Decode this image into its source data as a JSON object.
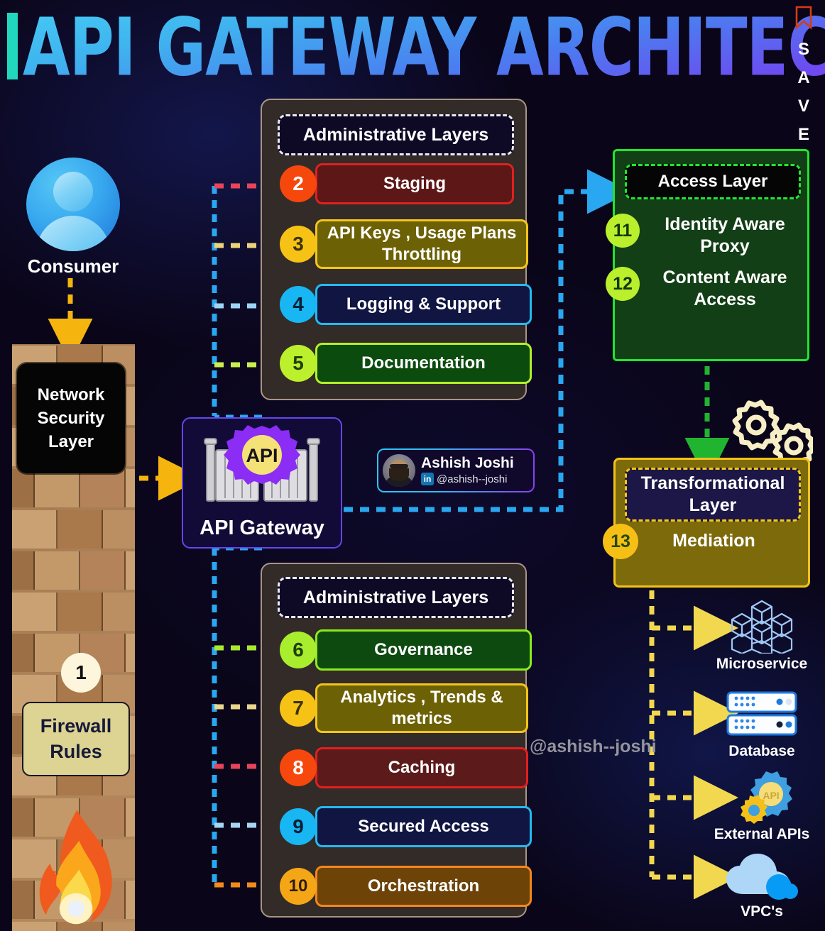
{
  "header": {
    "title": "API GATEWAY ARCHITECTURE",
    "save_label_letters": [
      "S",
      "A",
      "V",
      "E"
    ],
    "bookmark_icon": "bookmark-icon",
    "accent_color": "#21d7bd",
    "title_gradient_from": "#46cdf5",
    "title_gradient_to": "#7b3cf2"
  },
  "consumer": {
    "label": "Consumer",
    "icon": "user-avatar-icon"
  },
  "network_security": {
    "wall_label": "Network Security Layer",
    "badge": "1",
    "firewall_label": "Firewall Rules",
    "flame_icon": "fire-icon"
  },
  "gateway": {
    "label": "API Gateway",
    "gear_label": "API",
    "icon": "gate-icon",
    "border_color": "#6446ef"
  },
  "profile": {
    "name": "Ashish Joshi",
    "handle": "@ashish--joshi",
    "social_icon": "linkedin-icon",
    "social_short": "in"
  },
  "watermark": "@ashish--joshi",
  "admin_top": {
    "title": "Administrative Layers",
    "items": [
      {
        "num": "2",
        "label": "Staging",
        "box_bg": "#5d1717",
        "box_border": "#e02020",
        "badge_bg": "#f6470d",
        "badge_fg": "#ffffff",
        "line_color": "#e8445a"
      },
      {
        "num": "3",
        "label": "API Keys , Usage Plans Throttling",
        "box_bg": "#6d6105",
        "box_border": "#f5c51a",
        "badge_bg": "#f7c216",
        "badge_fg": "#3b3409",
        "line_color": "#ead37a"
      },
      {
        "num": "4",
        "label": "Logging & Support",
        "box_bg": "#111542",
        "box_border": "#25b9f0",
        "badge_bg": "#18b6f2",
        "badge_fg": "#072036",
        "line_color": "#9fd3f5"
      },
      {
        "num": "5",
        "label": "Documentation",
        "box_bg": "#0b4c0e",
        "box_border": "#b6ef2b",
        "badge_bg": "#bdf02c",
        "badge_fg": "#20400c",
        "line_color": "#c9ef4e"
      }
    ]
  },
  "admin_bottom": {
    "title": "Administrative Layers",
    "items": [
      {
        "num": "6",
        "label": "Governance",
        "box_bg": "#0d4a10",
        "box_border": "#8ceb1d",
        "badge_bg": "#a9ee2e",
        "badge_fg": "#1d3f0c",
        "line_color": "#a9e92f"
      },
      {
        "num": "7",
        "label": "Analytics , Trends & metrics",
        "box_bg": "#6d6105",
        "box_border": "#f5c51a",
        "badge_bg": "#f7c216",
        "badge_fg": "#3b3409",
        "line_color": "#e8d78d"
      },
      {
        "num": "8",
        "label": "Caching",
        "box_bg": "#5d1a1a",
        "box_border": "#e02020",
        "badge_bg": "#f6470d",
        "badge_fg": "#ffffff",
        "line_color": "#e8445a"
      },
      {
        "num": "9",
        "label": "Secured Access",
        "box_bg": "#111542",
        "box_border": "#25b9f0",
        "badge_bg": "#18b6f2",
        "badge_fg": "#072036",
        "line_color": "#a8d6f2"
      },
      {
        "num": "10",
        "label": "Orchestration",
        "box_bg": "#6d4308",
        "box_border": "#f5861a",
        "badge_bg": "#f5a616",
        "badge_fg": "#2d1c04",
        "line_color": "#f28a1e"
      }
    ]
  },
  "access_layer": {
    "title": "Access Layer",
    "border_color": "#1ee62b",
    "items": [
      {
        "num": "11",
        "label": "Identity Aware Proxy"
      },
      {
        "num": "12",
        "label": "Content Aware Access"
      }
    ]
  },
  "transformational_layer": {
    "title": "Transformational Layer",
    "badge": "13",
    "subtitle": "Mediation",
    "border_color": "#f2c318",
    "gears_icon": "gears-icon"
  },
  "backends": [
    {
      "label": "Microservice",
      "icon": "cubes-icon"
    },
    {
      "label": "Database",
      "icon": "server-icon"
    },
    {
      "label": "External APIs",
      "icon": "api-gears-icon"
    },
    {
      "label": "VPC's",
      "icon": "cloud-icon"
    }
  ],
  "connectors": {
    "consumer_to_wall_color": "#f5b50e",
    "wall_to_gateway_color": "#f5b50e",
    "bus_color": "#29a7f0",
    "access_arrow_color": "#29a7f0",
    "access_to_transform_color": "#21b431",
    "transform_to_backend_color": "#f2d84f"
  }
}
